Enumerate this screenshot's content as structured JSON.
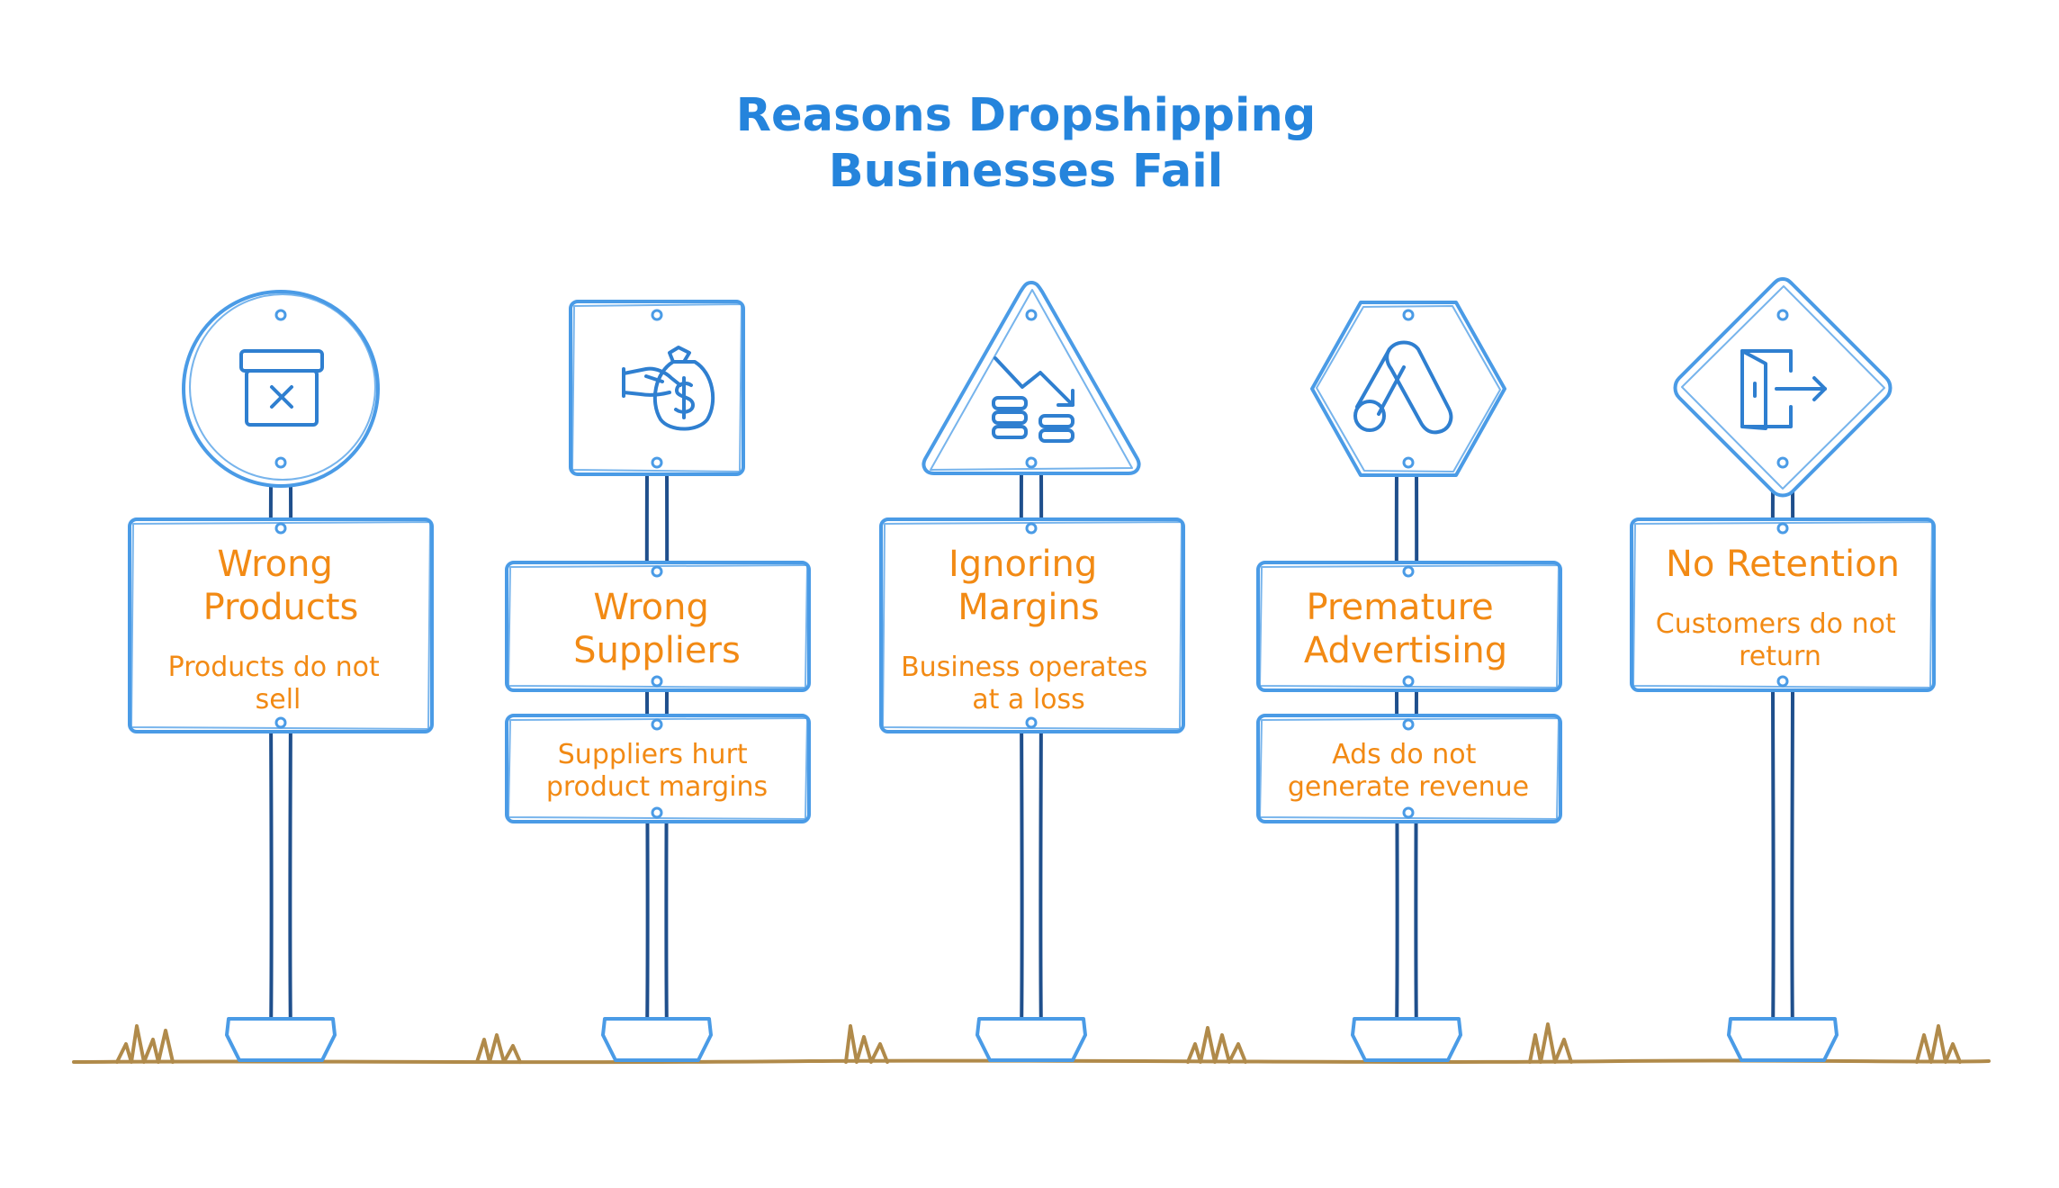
{
  "title": {
    "line1": "Reasons Dropshipping",
    "line2": "Businesses Fail"
  },
  "colors": {
    "title": "#2584dc",
    "text": "#f28a14",
    "board_outline": "#4a9be6",
    "post": "#1f4f8c",
    "ground": "#b08a4a"
  },
  "signs": [
    {
      "icon": "box-x-icon",
      "shape": "circle",
      "title_lines": [
        "Wrong",
        "Products"
      ],
      "desc_lines": [
        "Products do not",
        "sell"
      ]
    },
    {
      "icon": "hand-money-bag-icon",
      "shape": "square",
      "title_lines": [
        "Wrong",
        "Suppliers"
      ],
      "desc_lines": [
        "Suppliers hurt",
        "product margins"
      ]
    },
    {
      "icon": "coins-down-trend-icon",
      "shape": "triangle",
      "title_lines": [
        "Ignoring",
        "Margins"
      ],
      "desc_lines": [
        "Business operates",
        "at a loss"
      ]
    },
    {
      "icon": "google-ads-icon",
      "shape": "hexagon",
      "title_lines": [
        "Premature",
        "Advertising"
      ],
      "desc_lines": [
        "Ads do not",
        "generate revenue"
      ]
    },
    {
      "icon": "exit-door-icon",
      "shape": "diamond",
      "title_lines": [
        "No Retention"
      ],
      "desc_lines": [
        "Customers do not",
        "return"
      ]
    }
  ]
}
